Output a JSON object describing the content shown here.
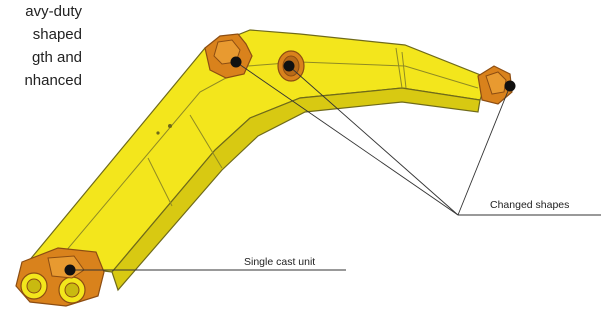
{
  "intro_text": {
    "line1": "avy-duty",
    "line2": "shaped",
    "line3": "gth and",
    "line4": "nhanced"
  },
  "callouts": {
    "single_cast": "Single cast unit",
    "changed_shapes": "Changed shapes"
  },
  "colors": {
    "boom_yellow": "#f3e61c",
    "boom_shade": "#c9ba10",
    "boom_outline": "#6f6a1a",
    "casting_orange": "#d9821c",
    "casting_dark": "#8c4d12",
    "marker": "#111111",
    "leader": "#333333"
  }
}
